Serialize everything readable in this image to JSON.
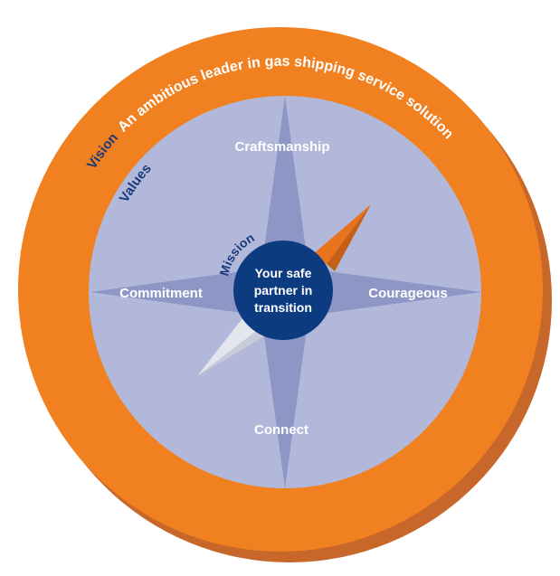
{
  "vision": {
    "label": "Vision",
    "statement": "An ambitious leader in gas shipping service solutions"
  },
  "values": {
    "label": "Values",
    "items": {
      "north": "Craftsmanship",
      "west": "Commitment",
      "east": "Courageous",
      "south": "Connect"
    }
  },
  "mission": {
    "label": "Mission",
    "statement_lines": [
      "Your safe",
      "partner in",
      "transition"
    ]
  },
  "colors": {
    "orange": "#f08020",
    "orange_shadow": "#c8672a",
    "disc": "#b1b8da",
    "star": "#8e96c6",
    "center": "#0d3b80",
    "navy_text": "#1a3a7a",
    "needle_orange": "#e8731c",
    "needle_light": "#e4e6ee"
  }
}
